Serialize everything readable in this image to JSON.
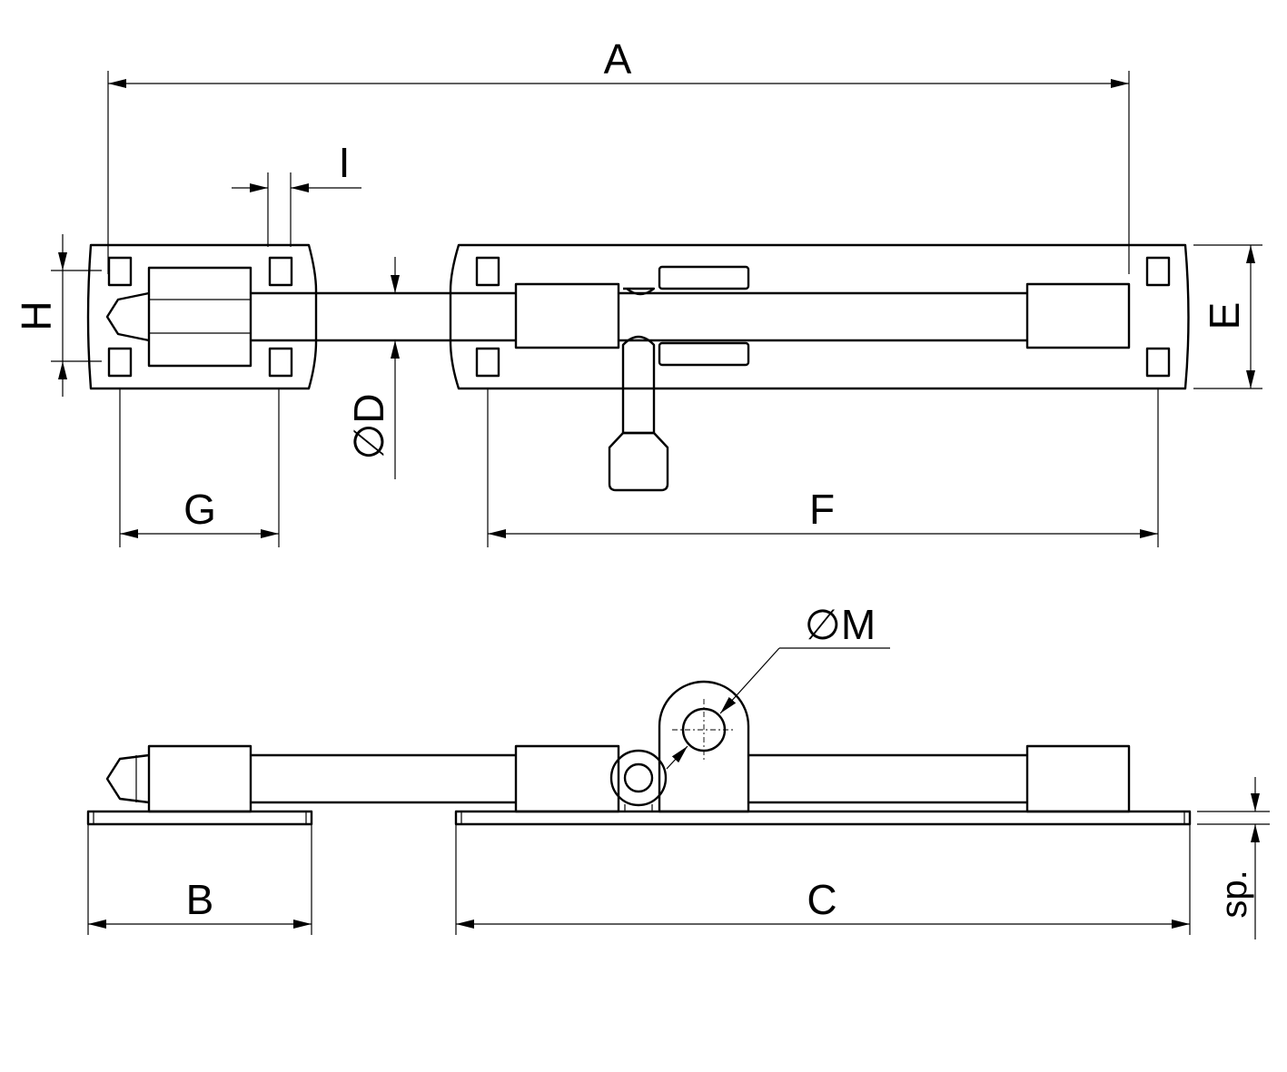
{
  "dimensions": {
    "A": "A",
    "B": "B",
    "C": "C",
    "D": "D",
    "E": "E",
    "F": "F",
    "G": "G",
    "H": "H",
    "I": "I",
    "M": "M",
    "sp": "sp."
  },
  "symbols": {
    "diameter": "∅"
  }
}
